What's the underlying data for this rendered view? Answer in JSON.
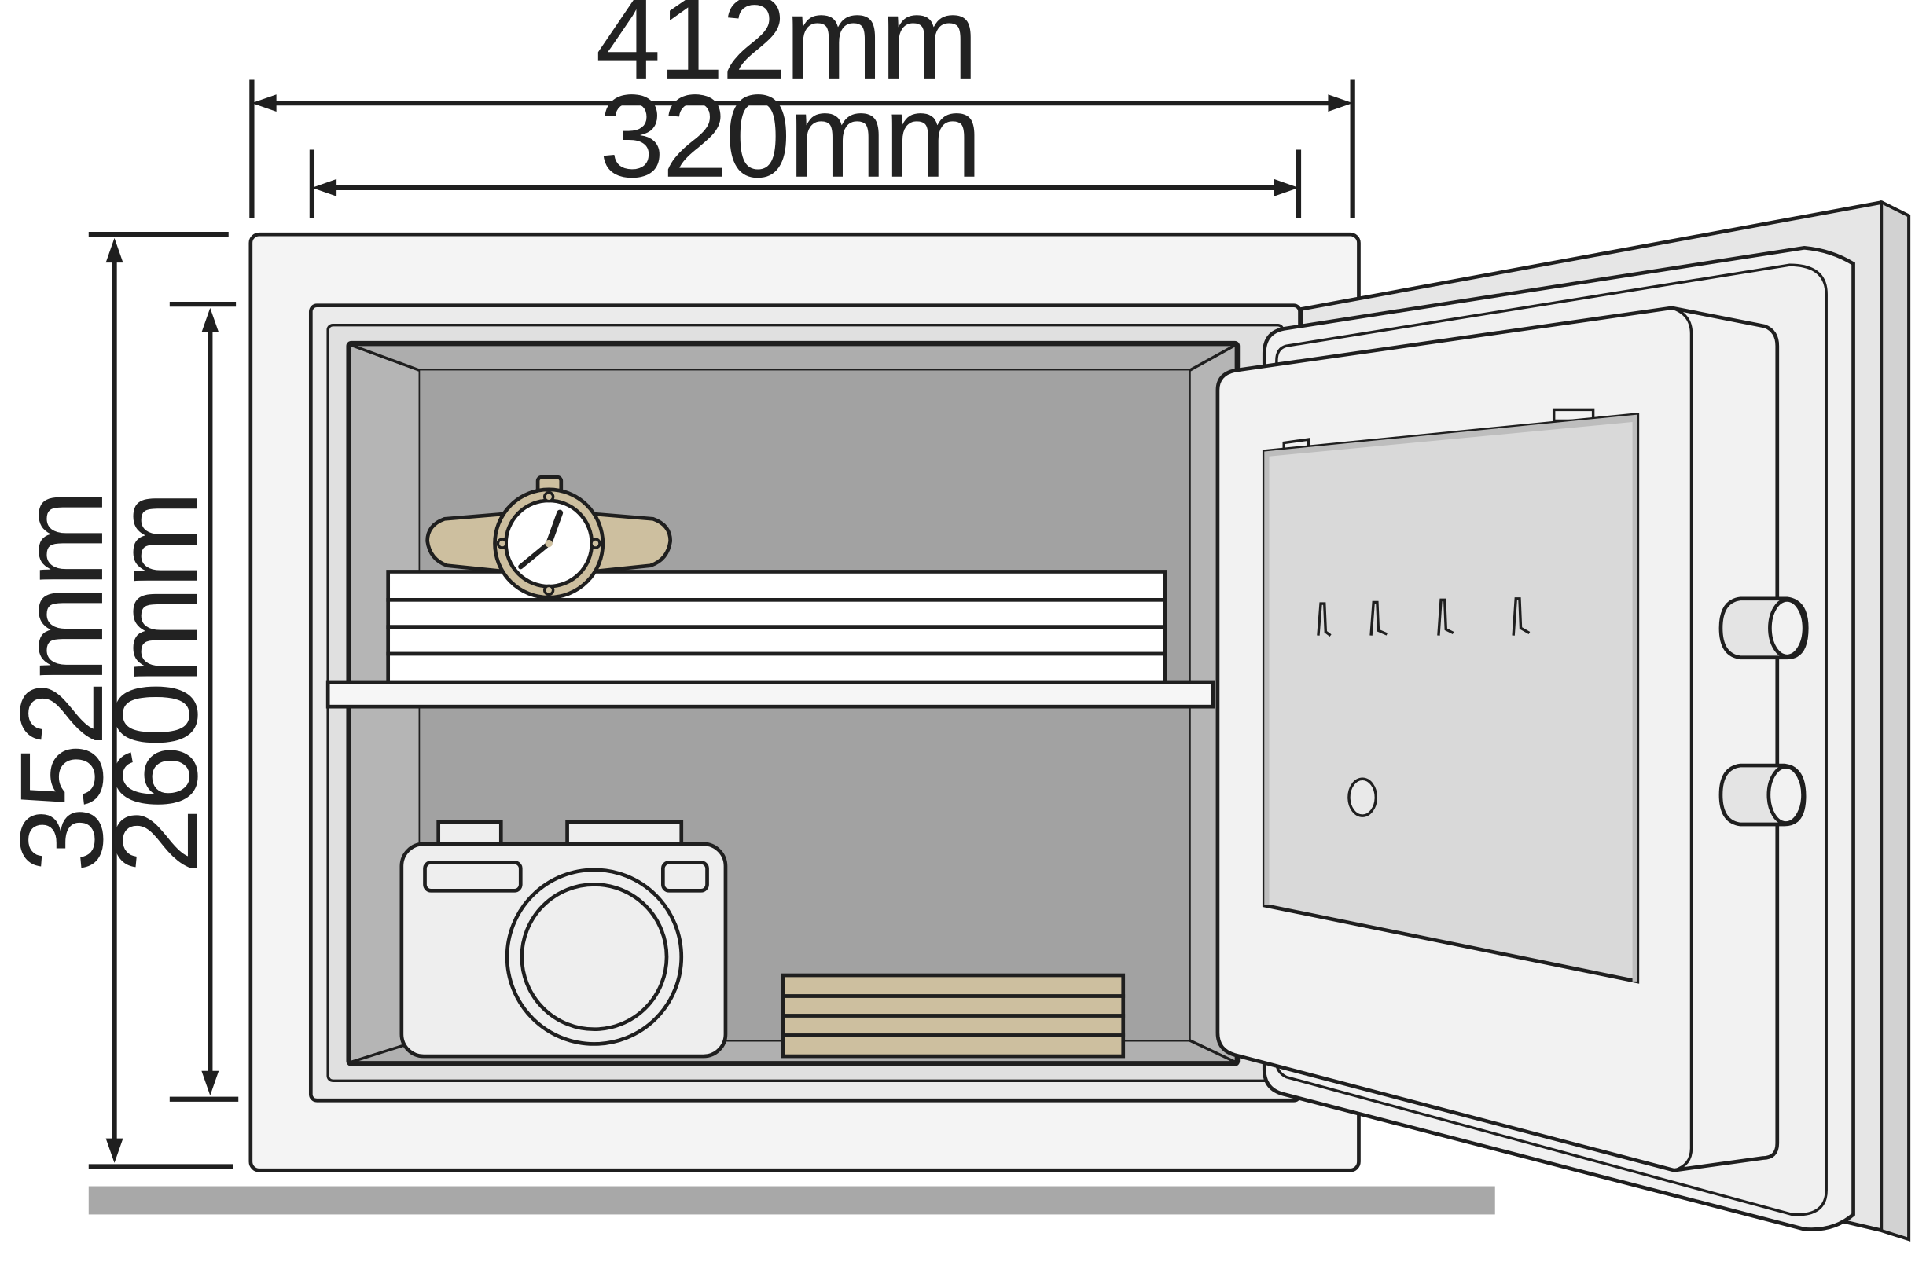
{
  "dimensions": {
    "outer_width": "412mm",
    "inner_width": "320mm",
    "outer_height": "352mm",
    "inner_height": "260mm"
  },
  "colors": {
    "body_fill": "#f4f4f4",
    "cavity_fill": "#a2a2a2",
    "cavity_side": "#b5b5b5",
    "door_fill": "#efefef",
    "door_panel": "#d9d9d9",
    "floor": "#a8a8a8",
    "strap_beige": "#cdbf9f",
    "outline": "#1f1f1f"
  },
  "icons": {
    "watch": "watch-icon",
    "camera": "camera-icon",
    "documents": "document-stack",
    "envelopes": "envelope-stack"
  }
}
